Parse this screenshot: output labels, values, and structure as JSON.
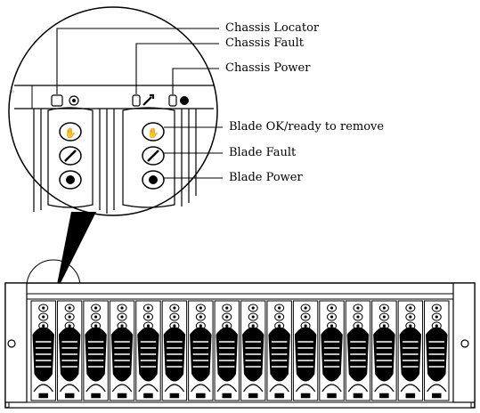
{
  "callouts": {
    "chassis_locator": "Chassis Locator",
    "chassis_fault": "Chassis Fault",
    "chassis_power": "Chassis Power",
    "blade_ok": "Blade OK/ready to remove",
    "blade_fault": "Blade Fault",
    "blade_power": "Blade Power"
  },
  "chassis": {
    "blade_count": 16
  },
  "colors": {
    "line": "#000000",
    "background": "#ffffff"
  }
}
